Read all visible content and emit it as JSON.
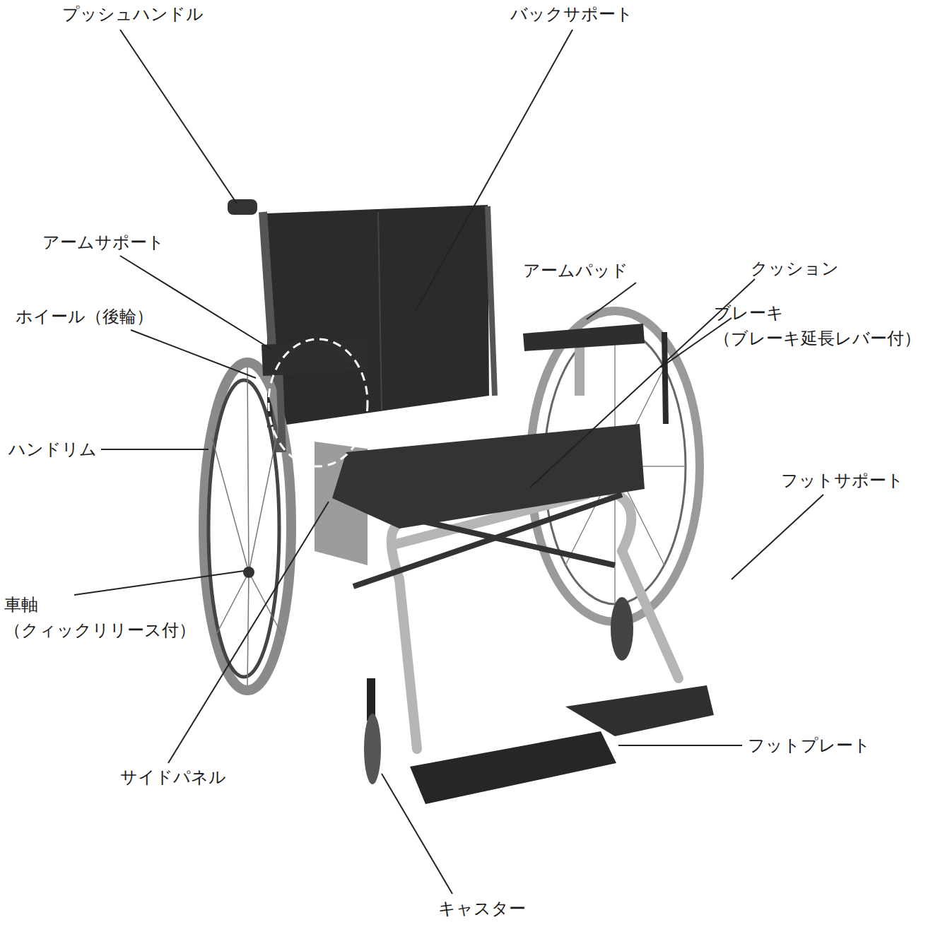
{
  "diagram": {
    "labels": [
      "プッシュハンドル",
      "バックサポート",
      "アームサポート",
      "アームパッド",
      "クッション",
      "ホイール（後輪）",
      "ブレーキ （ブレーキ延長レバー付）",
      "ハンドリム",
      "フットサポート",
      "車軸 （クィックリリース付）",
      "サイドパネル",
      "フットプレート",
      "キャスター"
    ]
  }
}
